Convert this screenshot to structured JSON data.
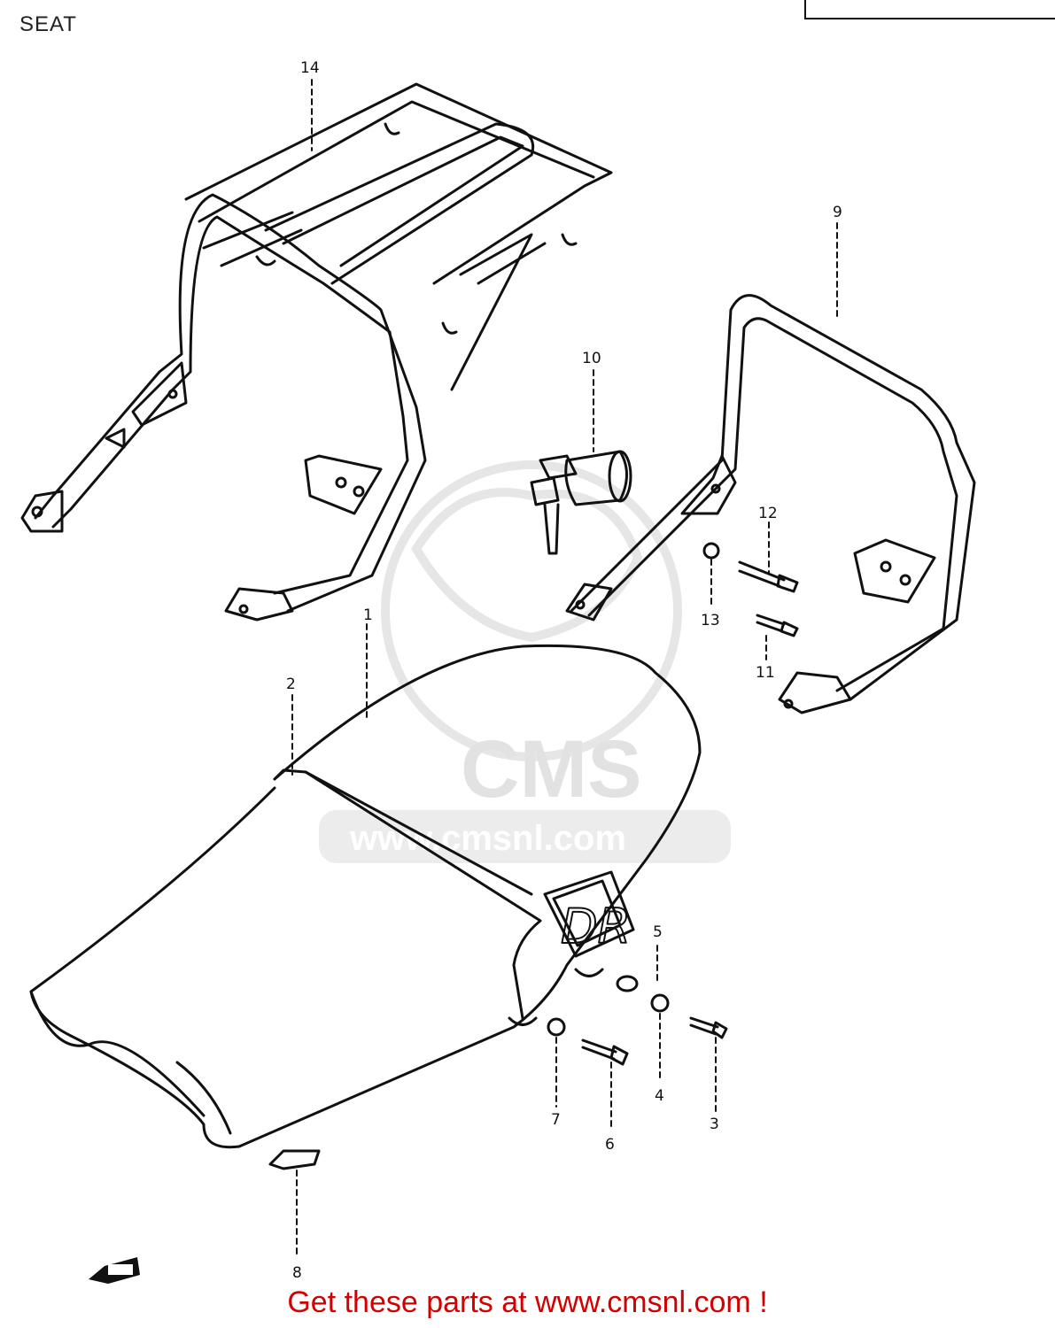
{
  "page": {
    "title": "SEAT",
    "footer_text": "Get these parts at www.cmsnl.com !"
  },
  "watermark": {
    "logo_text": "CMS",
    "url_text": "www.cmsnl.com",
    "color": "#e2e2e2"
  },
  "seat_emblem": "DR",
  "parts": [
    {
      "number": "1"
    },
    {
      "number": "2"
    },
    {
      "number": "3"
    },
    {
      "number": "4"
    },
    {
      "number": "5"
    },
    {
      "number": "6"
    },
    {
      "number": "7"
    },
    {
      "number": "8"
    },
    {
      "number": "9"
    },
    {
      "number": "10"
    },
    {
      "number": "11"
    },
    {
      "number": "12"
    },
    {
      "number": "13"
    },
    {
      "number": "14"
    }
  ],
  "colors": {
    "line": "#111111",
    "footer": "#d20000",
    "watermark": "#e2e2e2"
  },
  "icons": {
    "direction_marker": "fwd-arrow-icon"
  }
}
